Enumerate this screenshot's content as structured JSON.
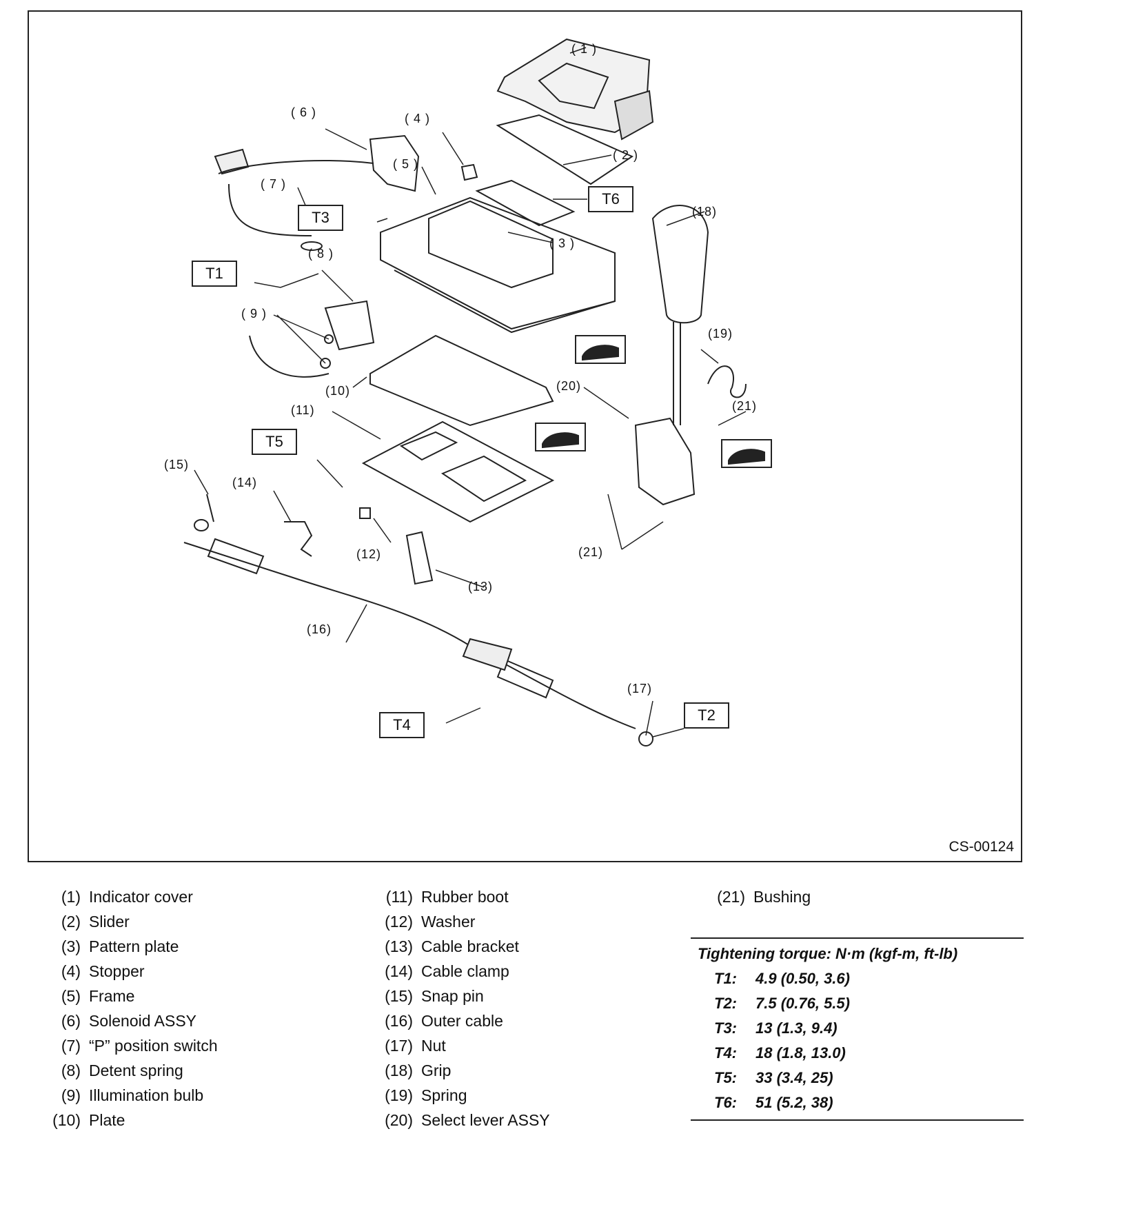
{
  "figure_code": "CS-00124",
  "callouts": {
    "c1": "( 1 )",
    "c2": "( 2 )",
    "c3": "( 3 )",
    "c4": "( 4 )",
    "c5": "( 5 )",
    "c6": "( 6 )",
    "c7": "( 7 )",
    "c8": "( 8 )",
    "c9": "( 9 )",
    "c10": "(10)",
    "c11": "(11)",
    "c12": "(12)",
    "c13": "(13)",
    "c14": "(14)",
    "c15": "(15)",
    "c16": "(16)",
    "c17": "(17)",
    "c18": "(18)",
    "c19": "(19)",
    "c20": "(20)",
    "c21a": "(21)",
    "c21b": "(21)"
  },
  "torque_boxes": {
    "t1": "T1",
    "t2": "T2",
    "t3": "T3",
    "t4": "T4",
    "t5": "T5",
    "t6": "T6"
  },
  "legend": [
    {
      "num": "(1)",
      "name": "Indicator cover"
    },
    {
      "num": "(2)",
      "name": "Slider"
    },
    {
      "num": "(3)",
      "name": "Pattern plate"
    },
    {
      "num": "(4)",
      "name": "Stopper"
    },
    {
      "num": "(5)",
      "name": "Frame"
    },
    {
      "num": "(6)",
      "name": "Solenoid ASSY"
    },
    {
      "num": "(7)",
      "name": "“P” position switch"
    },
    {
      "num": "(8)",
      "name": "Detent spring"
    },
    {
      "num": "(9)",
      "name": "Illumination bulb"
    },
    {
      "num": "(10)",
      "name": "Plate"
    },
    {
      "num": "(11)",
      "name": "Rubber boot"
    },
    {
      "num": "(12)",
      "name": "Washer"
    },
    {
      "num": "(13)",
      "name": "Cable bracket"
    },
    {
      "num": "(14)",
      "name": "Cable clamp"
    },
    {
      "num": "(15)",
      "name": "Snap pin"
    },
    {
      "num": "(16)",
      "name": "Outer cable"
    },
    {
      "num": "(17)",
      "name": "Nut"
    },
    {
      "num": "(18)",
      "name": "Grip"
    },
    {
      "num": "(19)",
      "name": "Spring"
    },
    {
      "num": "(20)",
      "name": "Select lever ASSY"
    },
    {
      "num": "(21)",
      "name": "Bushing"
    }
  ],
  "torque": {
    "title": "Tightening torque: N·m (kgf-m, ft-lb)",
    "rows": [
      {
        "label": "T1:",
        "value": "4.9 (0.50, 3.6)"
      },
      {
        "label": "T2:",
        "value": "7.5 (0.76, 5.5)"
      },
      {
        "label": "T3:",
        "value": "13 (1.3, 9.4)"
      },
      {
        "label": "T4:",
        "value": "18 (1.8, 13.0)"
      },
      {
        "label": "T5:",
        "value": "33 (3.4, 25)"
      },
      {
        "label": "T6:",
        "value": "51 (5.2, 38)"
      }
    ]
  }
}
